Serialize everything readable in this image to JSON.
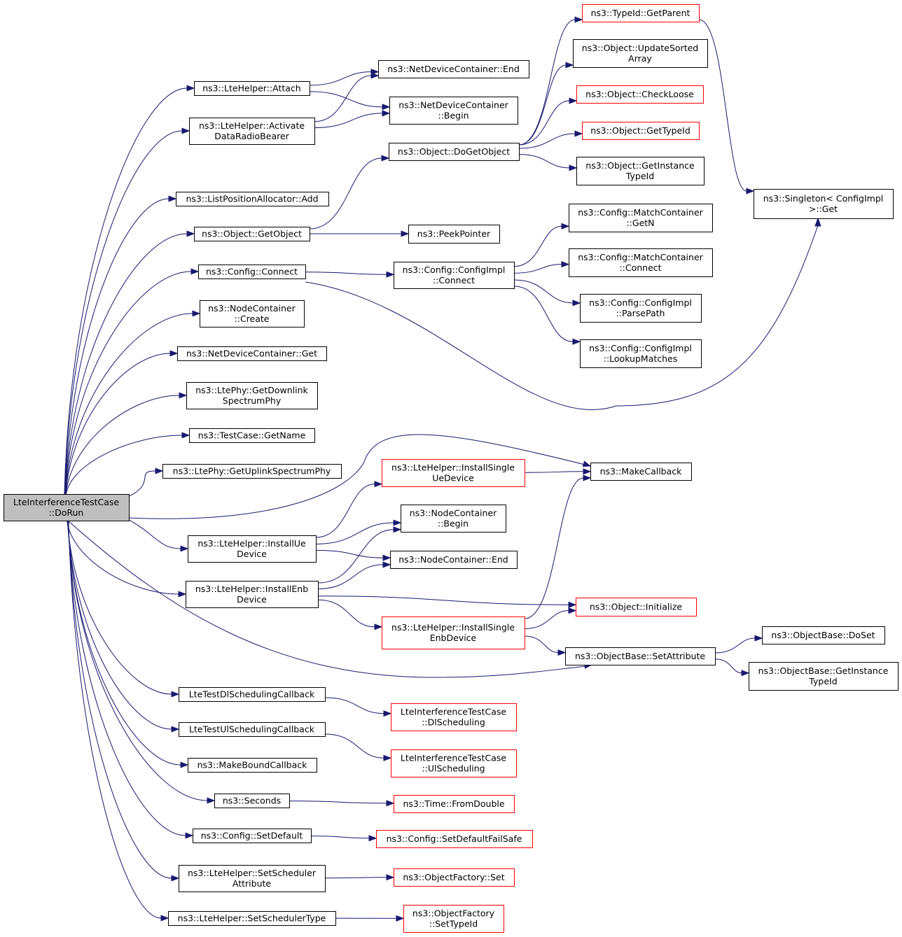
{
  "title": "",
  "colors": {
    "edge": "#191970",
    "box_border": "#000000",
    "box_border_incomplete": "#ff0000",
    "root_fill": "#bfbfbf"
  },
  "nodes": [
    {
      "id": "root",
      "lines": [
        "LteInterferenceTestCase",
        "::DoRun"
      ],
      "style": "root"
    },
    {
      "id": "attach",
      "lines": [
        "ns3::LteHelper::Attach"
      ],
      "style": "normal"
    },
    {
      "id": "activate",
      "lines": [
        "ns3::LteHelper::Activate",
        "DataRadioBearer"
      ],
      "style": "normal"
    },
    {
      "id": "listpos",
      "lines": [
        "ns3::ListPositionAllocator::Add"
      ],
      "style": "normal"
    },
    {
      "id": "getobject",
      "lines": [
        "ns3::Object::GetObject"
      ],
      "style": "normal"
    },
    {
      "id": "cfgconnect",
      "lines": [
        "ns3::Config::Connect"
      ],
      "style": "normal"
    },
    {
      "id": "nccreate",
      "lines": [
        "ns3::NodeContainer",
        "::Create"
      ],
      "style": "normal"
    },
    {
      "id": "ndcget",
      "lines": [
        "ns3::NetDeviceContainer::Get"
      ],
      "style": "normal"
    },
    {
      "id": "getdl",
      "lines": [
        "ns3::LtePhy::GetDownlink",
        "SpectrumPhy"
      ],
      "style": "normal"
    },
    {
      "id": "getname",
      "lines": [
        "ns3::TestCase::GetName"
      ],
      "style": "normal"
    },
    {
      "id": "getul",
      "lines": [
        "ns3::LtePhy::GetUplinkSpectrumPhy"
      ],
      "style": "normal"
    },
    {
      "id": "installue",
      "lines": [
        "ns3::LteHelper::InstallUe",
        "Device"
      ],
      "style": "normal"
    },
    {
      "id": "installenb",
      "lines": [
        "ns3::LteHelper::InstallEnb",
        "Device"
      ],
      "style": "normal"
    },
    {
      "id": "dlcb",
      "lines": [
        "LteTestDlSchedulingCallback"
      ],
      "style": "normal"
    },
    {
      "id": "ulcb",
      "lines": [
        "LteTestUlSchedulingCallback"
      ],
      "style": "normal"
    },
    {
      "id": "mkbound",
      "lines": [
        "ns3::MakeBoundCallback"
      ],
      "style": "normal"
    },
    {
      "id": "seconds",
      "lines": [
        "ns3::Seconds"
      ],
      "style": "normal"
    },
    {
      "id": "setdefault",
      "lines": [
        "ns3::Config::SetDefault"
      ],
      "style": "normal"
    },
    {
      "id": "schedattr",
      "lines": [
        "ns3::LteHelper::SetScheduler",
        "Attribute"
      ],
      "style": "normal"
    },
    {
      "id": "schedtype",
      "lines": [
        "ns3::LteHelper::SetSchedulerType"
      ],
      "style": "normal"
    },
    {
      "id": "ndcend",
      "lines": [
        "ns3::NetDeviceContainer::End"
      ],
      "style": "normal"
    },
    {
      "id": "ndcbegin",
      "lines": [
        "ns3::NetDeviceContainer",
        "::Begin"
      ],
      "style": "normal"
    },
    {
      "id": "dogetobject",
      "lines": [
        "ns3::Object::DoGetObject"
      ],
      "style": "normal"
    },
    {
      "id": "peek",
      "lines": [
        "ns3::PeekPointer"
      ],
      "style": "normal"
    },
    {
      "id": "cfgimplconnect",
      "lines": [
        "ns3::Config::ConfigImpl",
        "::Connect"
      ],
      "style": "normal"
    },
    {
      "id": "installsingleue",
      "lines": [
        "ns3::LteHelper::InstallSingle",
        "UeDevice"
      ],
      "style": "red"
    },
    {
      "id": "ncbegin",
      "lines": [
        "ns3::NodeContainer",
        "::Begin"
      ],
      "style": "normal"
    },
    {
      "id": "ncend",
      "lines": [
        "ns3::NodeContainer::End"
      ],
      "style": "normal"
    },
    {
      "id": "installsingleenb",
      "lines": [
        "ns3::LteHelper::InstallSingle",
        "EnbDevice"
      ],
      "style": "red"
    },
    {
      "id": "dlsched",
      "lines": [
        "LteInterferenceTestCase",
        "::DlScheduling"
      ],
      "style": "red"
    },
    {
      "id": "ulsched",
      "lines": [
        "LteInterferenceTestCase",
        "::UlScheduling"
      ],
      "style": "red"
    },
    {
      "id": "fromdouble",
      "lines": [
        "ns3::Time::FromDouble"
      ],
      "style": "red"
    },
    {
      "id": "failsafe",
      "lines": [
        "ns3::Config::SetDefaultFailSafe"
      ],
      "style": "red"
    },
    {
      "id": "ofset",
      "lines": [
        "ns3::ObjectFactory::Set"
      ],
      "style": "red"
    },
    {
      "id": "ofsettypeid",
      "lines": [
        "ns3::ObjectFactory",
        "::SetTypeId"
      ],
      "style": "red"
    },
    {
      "id": "getparent",
      "lines": [
        "ns3::TypeId::GetParent"
      ],
      "style": "red"
    },
    {
      "id": "updatesorted",
      "lines": [
        "ns3::Object::UpdateSorted",
        "Array"
      ],
      "style": "normal"
    },
    {
      "id": "checkloose",
      "lines": [
        "ns3::Object::CheckLoose"
      ],
      "style": "red"
    },
    {
      "id": "gettypeid",
      "lines": [
        "ns3::Object::GetTypeId"
      ],
      "style": "red"
    },
    {
      "id": "getinstancetypeid",
      "lines": [
        "ns3::Object::GetInstance",
        "TypeId"
      ],
      "style": "normal"
    },
    {
      "id": "mcgetn",
      "lines": [
        "ns3::Config::MatchContainer",
        "::GetN"
      ],
      "style": "normal"
    },
    {
      "id": "mcconnect",
      "lines": [
        "ns3::Config::MatchContainer",
        "::Connect"
      ],
      "style": "normal"
    },
    {
      "id": "parsepath",
      "lines": [
        "ns3::Config::ConfigImpl",
        "::ParsePath"
      ],
      "style": "normal"
    },
    {
      "id": "lookup",
      "lines": [
        "ns3::Config::ConfigImpl",
        "::LookupMatches"
      ],
      "style": "normal"
    },
    {
      "id": "makecallback",
      "lines": [
        "ns3::MakeCallback"
      ],
      "style": "normal"
    },
    {
      "id": "initialize",
      "lines": [
        "ns3::Object::Initialize"
      ],
      "style": "red"
    },
    {
      "id": "setattribute",
      "lines": [
        "ns3::ObjectBase::SetAttribute"
      ],
      "style": "normal"
    },
    {
      "id": "singleton",
      "lines": [
        "ns3::Singleton< ConfigImpl",
        ">::Get"
      ],
      "style": "normal"
    },
    {
      "id": "doset",
      "lines": [
        "ns3::ObjectBase::DoSet"
      ],
      "style": "normal"
    },
    {
      "id": "obgetinstance",
      "lines": [
        "ns3::ObjectBase::GetInstance",
        "TypeId"
      ],
      "style": "normal"
    }
  ],
  "edges": [
    {
      "from": "root",
      "to": "attach"
    },
    {
      "from": "root",
      "to": "activate"
    },
    {
      "from": "root",
      "to": "listpos"
    },
    {
      "from": "root",
      "to": "getobject"
    },
    {
      "from": "root",
      "to": "cfgconnect"
    },
    {
      "from": "root",
      "to": "nccreate"
    },
    {
      "from": "root",
      "to": "ndcget"
    },
    {
      "from": "root",
      "to": "getdl"
    },
    {
      "from": "root",
      "to": "getname"
    },
    {
      "from": "root",
      "to": "getul"
    },
    {
      "from": "root",
      "to": "makecallback"
    },
    {
      "from": "root",
      "to": "installue"
    },
    {
      "from": "root",
      "to": "installenb"
    },
    {
      "from": "root",
      "to": "setattribute"
    },
    {
      "from": "root",
      "to": "dlcb"
    },
    {
      "from": "root",
      "to": "ulcb"
    },
    {
      "from": "root",
      "to": "mkbound"
    },
    {
      "from": "root",
      "to": "seconds"
    },
    {
      "from": "root",
      "to": "setdefault"
    },
    {
      "from": "root",
      "to": "schedattr"
    },
    {
      "from": "root",
      "to": "schedtype"
    },
    {
      "from": "attach",
      "to": "ndcend"
    },
    {
      "from": "attach",
      "to": "ndcbegin"
    },
    {
      "from": "activate",
      "to": "ndcend"
    },
    {
      "from": "activate",
      "to": "ndcbegin"
    },
    {
      "from": "getobject",
      "to": "dogetobject"
    },
    {
      "from": "getobject",
      "to": "peek"
    },
    {
      "from": "cfgconnect",
      "to": "cfgimplconnect"
    },
    {
      "from": "cfgconnect",
      "to": "singleton"
    },
    {
      "from": "dogetobject",
      "to": "getparent"
    },
    {
      "from": "dogetobject",
      "to": "updatesorted"
    },
    {
      "from": "dogetobject",
      "to": "checkloose"
    },
    {
      "from": "dogetobject",
      "to": "gettypeid"
    },
    {
      "from": "dogetobject",
      "to": "getinstancetypeid"
    },
    {
      "from": "cfgimplconnect",
      "to": "mcgetn"
    },
    {
      "from": "cfgimplconnect",
      "to": "mcconnect"
    },
    {
      "from": "cfgimplconnect",
      "to": "parsepath"
    },
    {
      "from": "cfgimplconnect",
      "to": "lookup"
    },
    {
      "from": "installue",
      "to": "installsingleue"
    },
    {
      "from": "installue",
      "to": "ncbegin"
    },
    {
      "from": "installue",
      "to": "ncend"
    },
    {
      "from": "installenb",
      "to": "ncbegin"
    },
    {
      "from": "installenb",
      "to": "ncend"
    },
    {
      "from": "installenb",
      "to": "initialize"
    },
    {
      "from": "installenb",
      "to": "installsingleenb"
    },
    {
      "from": "installsingleue",
      "to": "makecallback"
    },
    {
      "from": "installsingleenb",
      "to": "makecallback"
    },
    {
      "from": "installsingleenb",
      "to": "initialize"
    },
    {
      "from": "installsingleenb",
      "to": "setattribute"
    },
    {
      "from": "setattribute",
      "to": "doset"
    },
    {
      "from": "setattribute",
      "to": "obgetinstance"
    },
    {
      "from": "getparent",
      "to": "singleton"
    },
    {
      "from": "dlcb",
      "to": "dlsched"
    },
    {
      "from": "ulcb",
      "to": "ulsched"
    },
    {
      "from": "seconds",
      "to": "fromdouble"
    },
    {
      "from": "setdefault",
      "to": "failsafe"
    },
    {
      "from": "schedattr",
      "to": "ofset"
    },
    {
      "from": "schedtype",
      "to": "ofsettypeid"
    }
  ]
}
